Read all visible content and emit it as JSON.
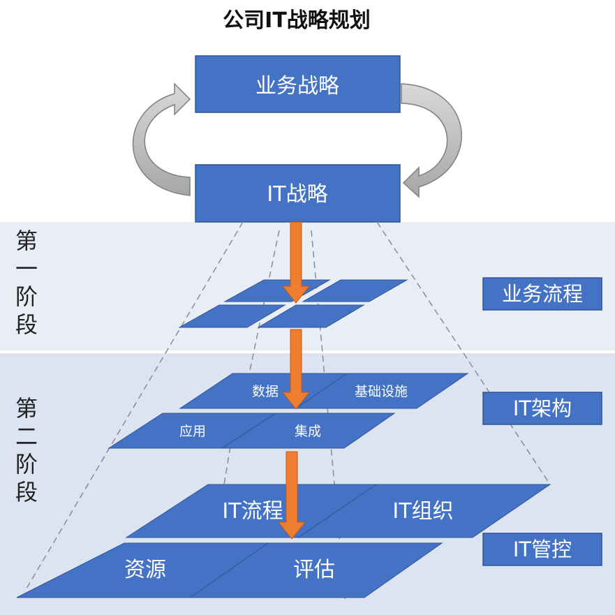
{
  "title": "公司IT战略规划",
  "strategy": {
    "business": "业务战略",
    "it": "IT战略"
  },
  "stages": {
    "one": [
      "第",
      "一",
      "阶",
      "段"
    ],
    "two": [
      "第",
      "二",
      "阶",
      "段"
    ]
  },
  "layers": {
    "process": "业务流程",
    "architecture": "IT架构",
    "governance": "IT管控"
  },
  "architecture_tiles": {
    "data": "数据",
    "infrastructure": "基础设施",
    "application": "应用",
    "integration": "集成"
  },
  "governance_tiles": {
    "it_process": "IT流程",
    "it_org": "IT组织",
    "resources": "资源",
    "evaluation": "评估"
  },
  "colors": {
    "box": "#4472C4",
    "arrow": "#ED7D31",
    "band": "#E9EDF6",
    "cycle_arrow": "#BFBFBF"
  }
}
